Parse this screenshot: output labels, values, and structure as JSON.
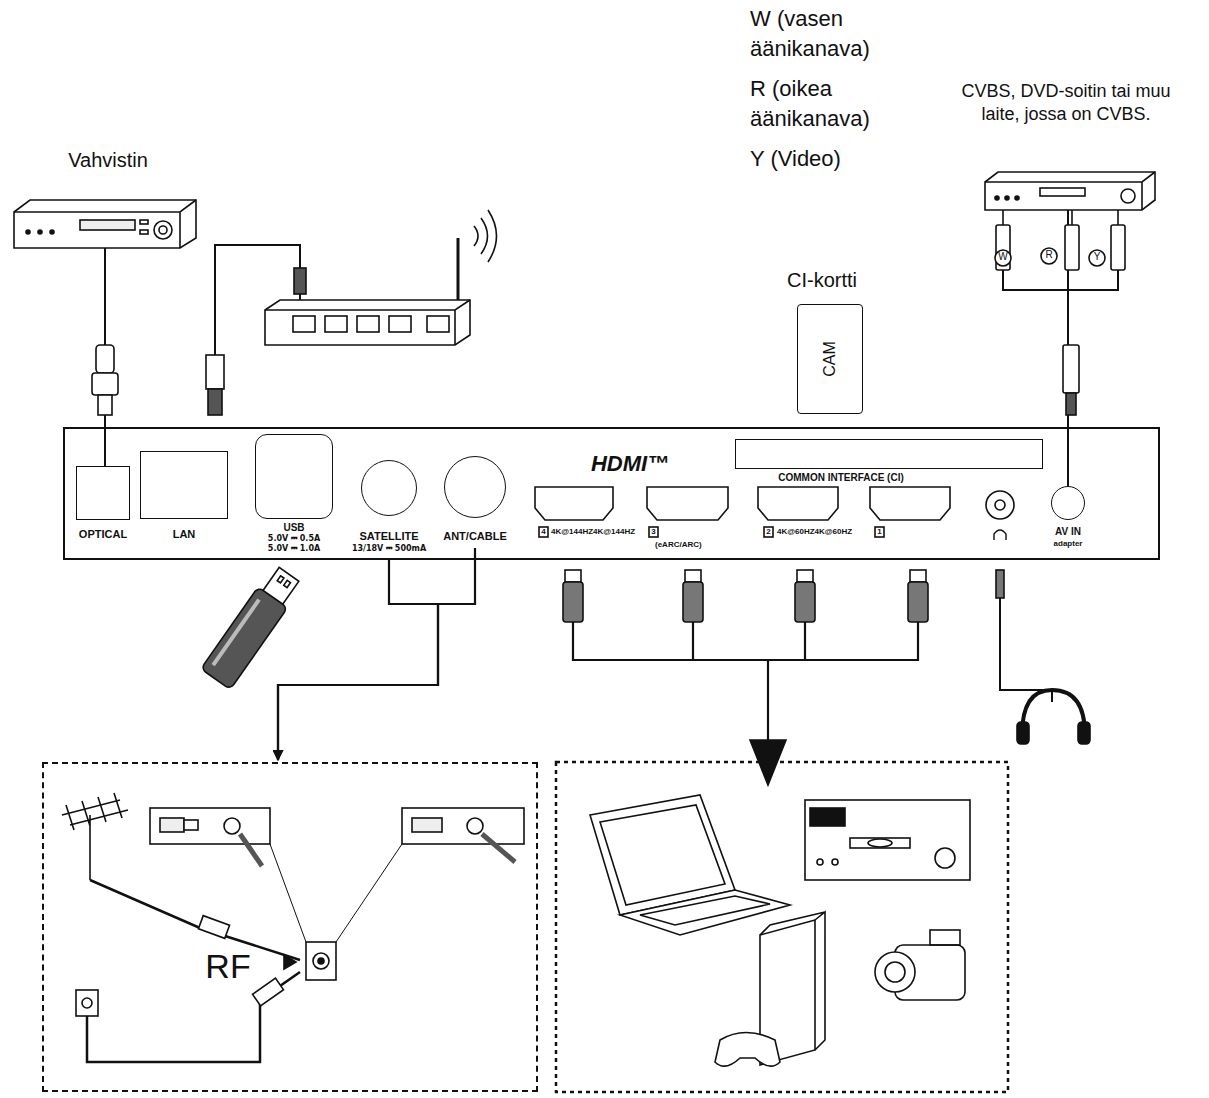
{
  "diagram": {
    "nodes": [
      {
        "text": [
          "HDMI™"
        ]
      },
      {
        "text": [
          "Vahvistin"
        ]
      },
      {
        "text": [
          "CI-kortti",
          "CAM"
        ]
      },
      {
        "text": [
          "CVBS, DVD-soitin tai muu laite, jossa on CVBS."
        ]
      },
      {
        "text": [
          "OPTICAL"
        ],
        "in": 0
      },
      {
        "text": [
          "LAN"
        ],
        "in": 0
      },
      {
        "text": [
          "USB",
          "5.0V ⎓ 0.5A",
          "5.0V ⎓ 1.0A"
        ],
        "in": 0
      },
      {
        "text": [
          "SATELLITE",
          "13/18V ⎓ 500mA"
        ],
        "in": 0
      },
      {
        "text": [
          "ANT/CABLE"
        ],
        "in": 0
      },
      {
        "text": [
          "COMMON INTERFACE (CI)"
        ],
        "in": 0
      },
      {
        "text": [
          "AV IN",
          "adapter"
        ],
        "in": 0
      },
      {
        "text": [
          "RF"
        ]
      }
    ],
    "edges": [
      {
        "from": 1,
        "to": 4,
        "arrow": "none"
      },
      {
        "from": 3,
        "to": 10,
        "arrow": "none"
      },
      {
        "from": 7,
        "to": 11,
        "arrow": "to"
      },
      {
        "from": 8,
        "to": 11,
        "arrow": "to"
      }
    ],
    "labels": [
      "W (vasen äänikanava)",
      "R (oikea äänikanava)",
      "Y (Video)",
      "W",
      "R",
      "Y",
      "4",
      "4K@144HZ4K@144HZ",
      "3",
      "(eARC/ARC)",
      "2",
      "4K@60HZ4K@60HZ",
      "1"
    ]
  }
}
